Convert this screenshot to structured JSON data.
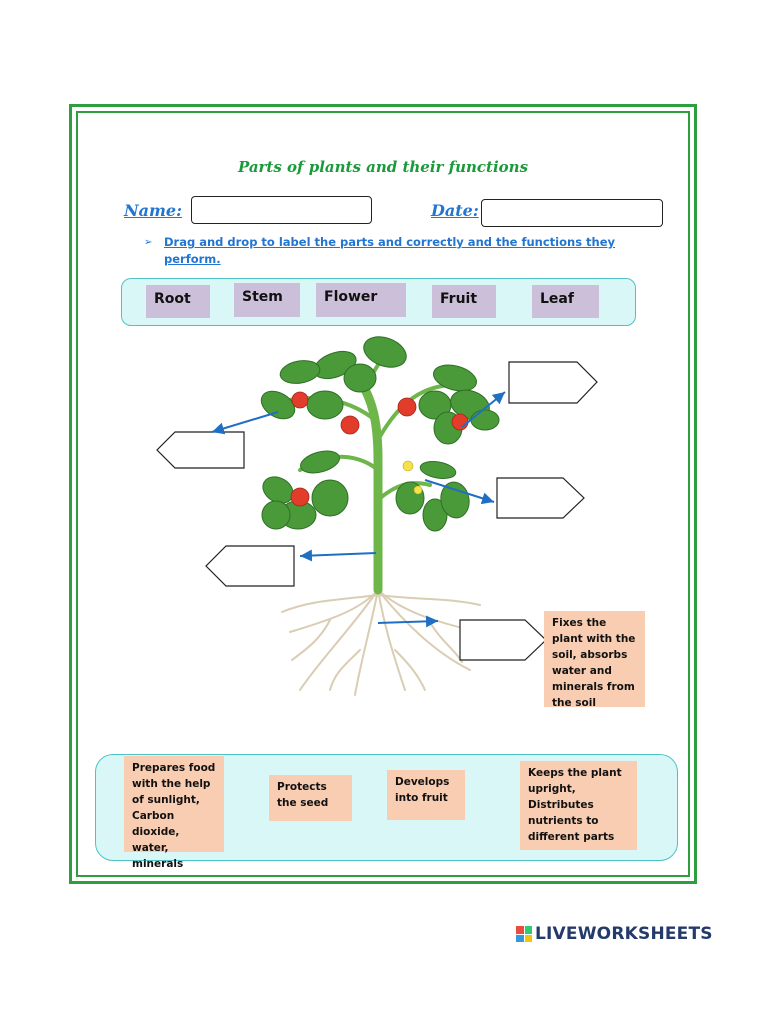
{
  "title": "Parts of plants and their functions",
  "name_label": "Name:",
  "date_label": "Date:",
  "instruction_bullet": "➢",
  "instruction": "Drag and drop to label the parts and correctly and the functions they perform.",
  "part_labels": [
    "Root",
    "Stem",
    "Flower",
    "Fruit",
    "Leaf"
  ],
  "given_function": "Fixes the plant with the soil, absorbs water and minerals from the soil",
  "functions": [
    "Prepares food with the help of sunlight, Carbon dioxide, water, minerals",
    "Protects the seed",
    "Develops into fruit",
    "Keeps the plant upright, Distributes nutrients to different parts"
  ],
  "brand": "LIVEWORKSHEETS",
  "colors": {
    "frame": "#2e9e3e",
    "title": "#1a9a3a",
    "labels": "#2276d2",
    "panel": "#d9f7f7",
    "chip": "#cbbfd9",
    "function_box": "#f8cdb1",
    "arrow": "#1f6fc4"
  }
}
